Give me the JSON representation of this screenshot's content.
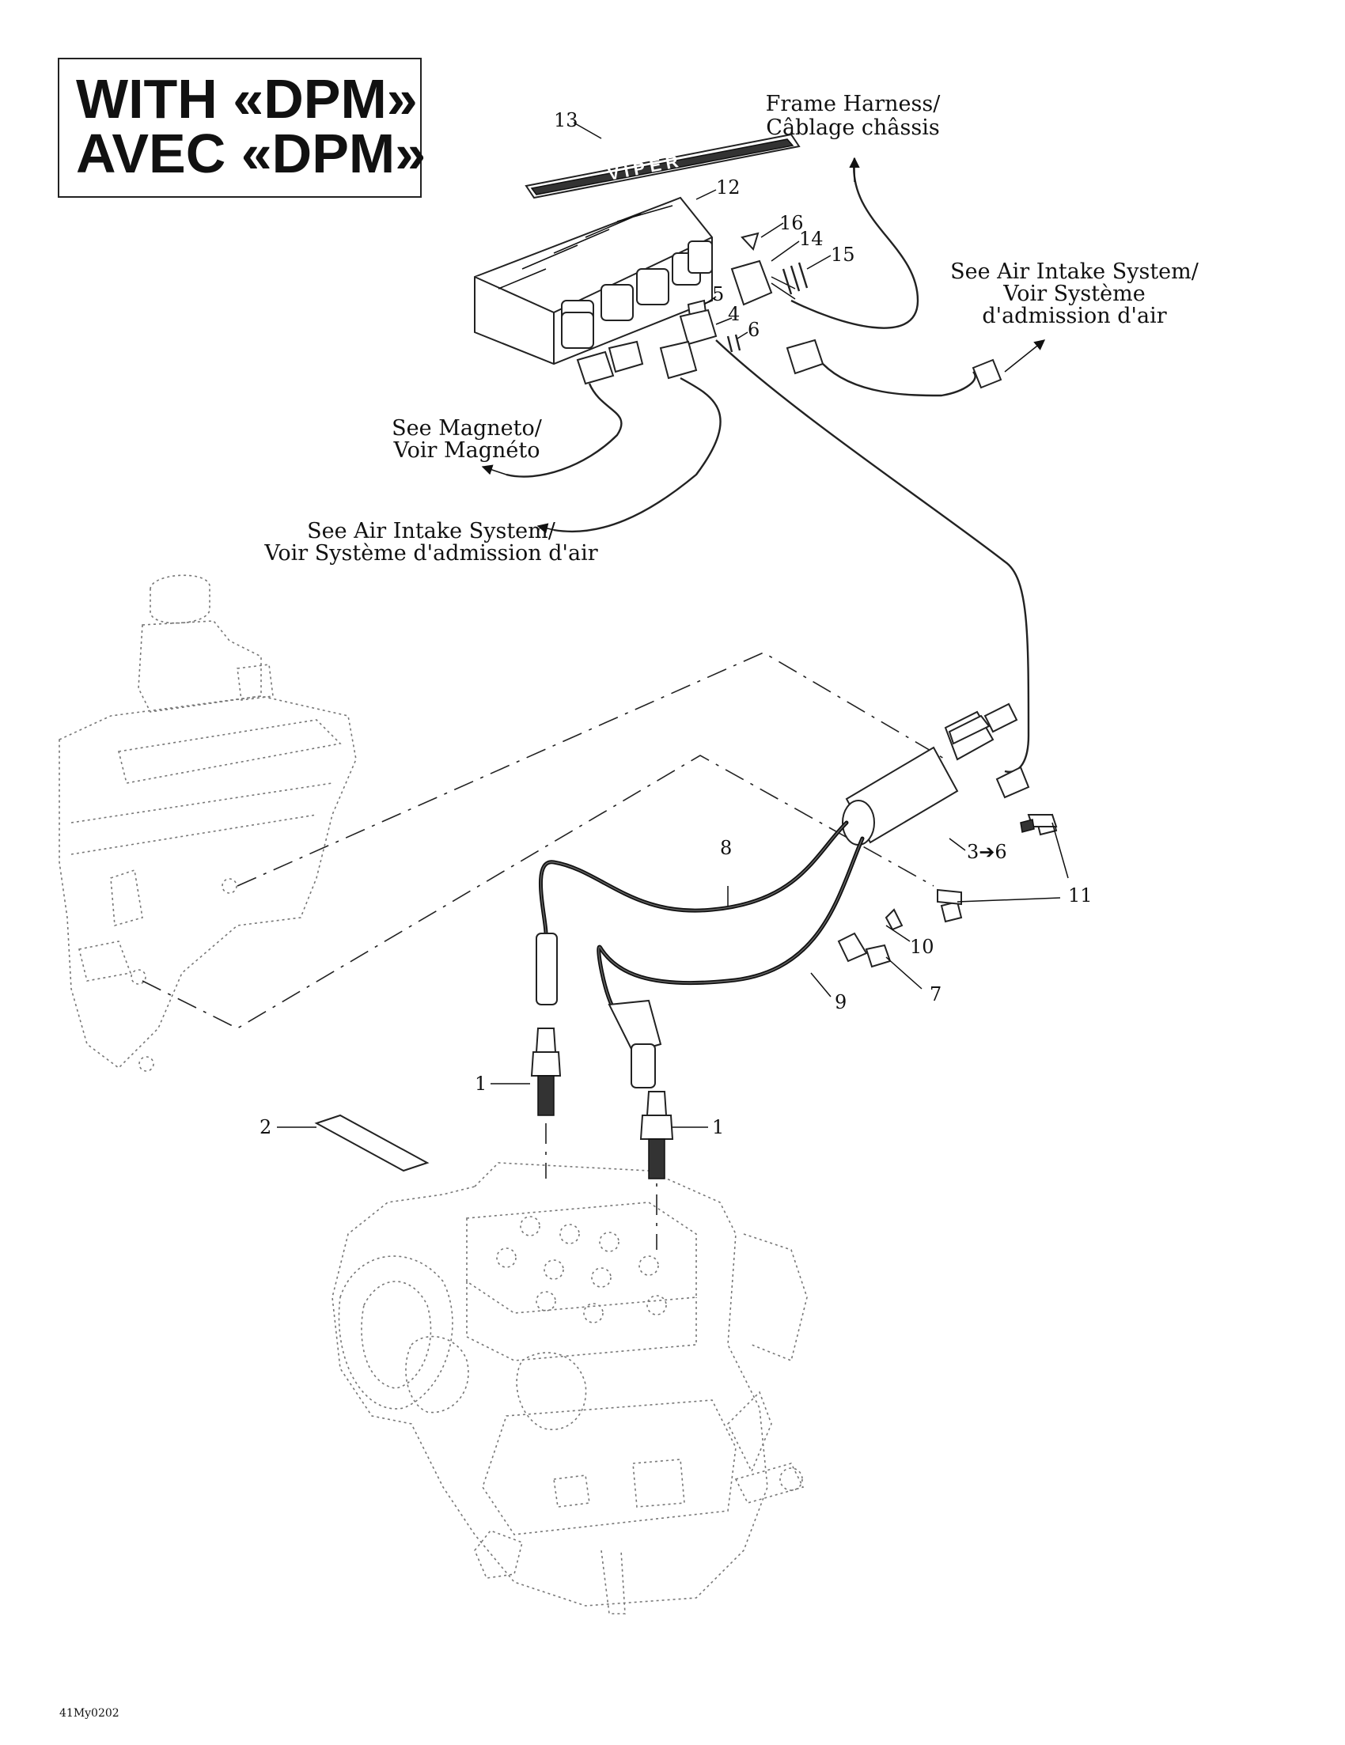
{
  "title": {
    "line1": "WITH «DPM»",
    "line2": "AVEC «DPM»"
  },
  "callouts": {
    "frame_harness": [
      "Frame Harness/",
      "Câblage châssis"
    ],
    "air_intake_right": [
      "See Air Intake System/",
      "Voir Système",
      "d'admission d'air"
    ],
    "magneto": [
      "See Magneto/",
      "Voir Magnéto"
    ],
    "air_intake_left": [
      "See Air Intake System/",
      "Voir Système d'admission d'air"
    ]
  },
  "part_numbers": {
    "p1a": "1",
    "p1b": "1",
    "p2": "2",
    "p3to6": "3➔6",
    "p4": "4",
    "p5": "5",
    "p6": "6",
    "p7": "7",
    "p8": "8",
    "p9": "9",
    "p10": "10",
    "p11": "11",
    "p12": "12",
    "p13": "13",
    "p14": "14",
    "p15": "15",
    "p16": "16"
  },
  "decal_text": "VIPER",
  "drawing_code": "41My0202"
}
